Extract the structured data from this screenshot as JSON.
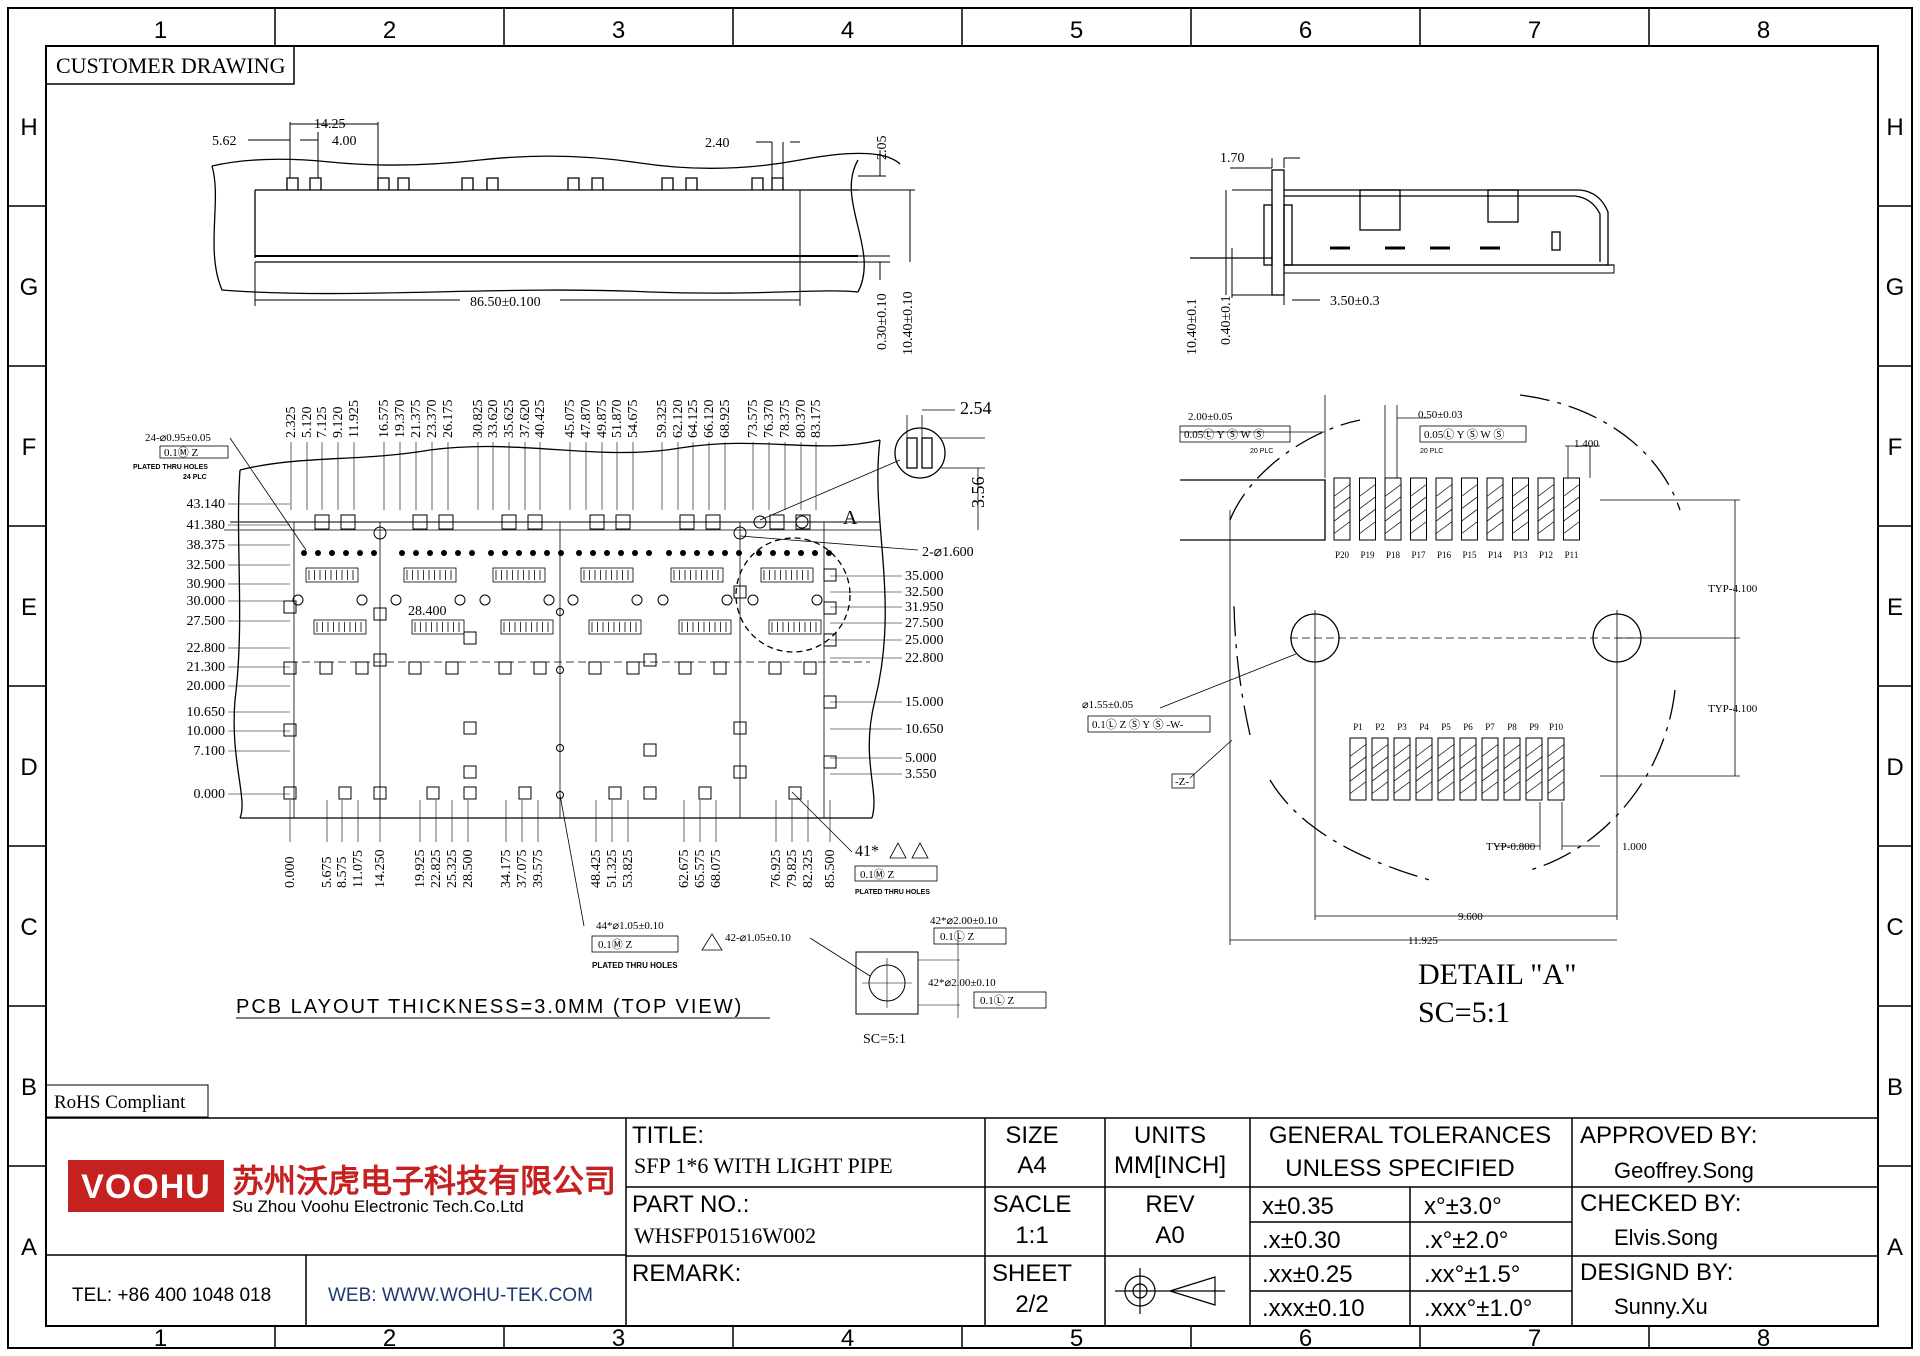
{
  "zone_cols": [
    "1",
    "2",
    "3",
    "4",
    "5",
    "6",
    "7",
    "8"
  ],
  "zone_rows": [
    "H",
    "G",
    "F",
    "E",
    "D",
    "C",
    "B",
    "A"
  ],
  "customer_drawing": "CUSTOMER DRAWING",
  "rohs": "RoHS Compliant",
  "top_view": {
    "dims": {
      "d562": "5.62",
      "d1425": "14.25",
      "d400": "4.00",
      "d240": "2.40",
      "d205": "2.05",
      "d8650": "86.50±0.100",
      "d030": "0.30±0.10",
      "d1040": "10.40±0.10"
    }
  },
  "side_view": {
    "dims": {
      "d170": "1.70",
      "d1040": "10.40±0.1",
      "d040": "0.40±0.1",
      "d350": "3.50±0.3"
    }
  },
  "pcb_layout": {
    "caption": "PCB LAYOUT THICKNESS=3.0MM (TOP VIEW)",
    "top_labels": [
      "2.325",
      "5.120",
      "7.125",
      "9.120",
      "11.925",
      "16.575",
      "19.370",
      "21.375",
      "23.370",
      "26.175",
      "30.825",
      "33.620",
      "35.625",
      "37.620",
      "40.425",
      "45.075",
      "47.870",
      "49.875",
      "51.870",
      "54.675",
      "59.325",
      "62.120",
      "64.125",
      "66.120",
      "68.925",
      "73.575",
      "76.370",
      "78.375",
      "80.370",
      "83.175"
    ],
    "bottom_labels": [
      "0.000",
      "5.675",
      "8.575",
      "11.075",
      "14.250",
      "19.925",
      "22.825",
      "25.325",
      "28.500",
      "34.175",
      "37.075",
      "39.575",
      "48.425",
      "51.325",
      "53.825",
      "62.675",
      "65.575",
      "68.075",
      "76.925",
      "79.825",
      "82.325",
      "85.500"
    ],
    "left_labels": [
      "43.140",
      "41.380",
      "38.375",
      "32.500",
      "30.900",
      "30.000",
      "27.500",
      "22.800",
      "21.300",
      "20.000",
      "10.650",
      "10.000",
      "7.100",
      "0.000"
    ],
    "right_labels": [
      "35.000",
      "32.500",
      "31.950",
      "27.500",
      "25.000",
      "22.800",
      "15.000",
      "10.650",
      "5.000",
      "3.550"
    ],
    "mid_label": "28.400",
    "d254": "2.54",
    "d356": "3.56",
    "detail_mark": "A",
    "hole_2x": "2-⌀1.600",
    "note_24": "24-⌀0.95±0.05",
    "note_24_fcf": "0.1Ⓜ Z",
    "note_24_sub1": "PLATED THRU HOLES",
    "note_24_sub2": "24 PLC",
    "note_41": "41*",
    "note_41_fcf": "0.1Ⓜ Z",
    "note_41_sub": "PLATED THRU HOLES",
    "note_44": "44*⌀1.05±0.10",
    "note_44_fcf": "0.1Ⓜ Z",
    "note_44_sub": "PLATED THRU HOLES",
    "note_42a": "42-⌀1.05±0.10",
    "note_42b": "42*⌀2.00±0.10",
    "note_42b_fcf": "0.1Ⓛ Z",
    "note_42c": "42*⌀2.00±0.10",
    "note_42c_fcf": "0.1Ⓛ Z",
    "sc_small": "SC=5:1"
  },
  "detail_a": {
    "title": "DETAIL \"A\"",
    "scale": "SC=5:1",
    "d200": "2.00±0.05",
    "d200_fcf": "0.05Ⓛ Y Ⓢ W Ⓢ",
    "d200_plc": "20 PLC",
    "d050": "0.50±0.03",
    "d050_fcf": "0.05Ⓛ Y Ⓢ W Ⓢ",
    "d050_plc": "20 PLC",
    "d1400": "1.400",
    "typ4100a": "TYP-4.100",
    "typ4100b": "TYP-4.100",
    "hole": "⌀1.55±0.05",
    "hole_fcf": "0.1Ⓛ Z Ⓢ Y Ⓢ -W-",
    "datum_z": "-Z-",
    "typ0800": "TYP-0.800",
    "d1000": "1.000",
    "d9600": "9.600",
    "d11925": "11.925",
    "pads_top": [
      "P20",
      "P19",
      "P18",
      "P17",
      "P16",
      "P15",
      "P14",
      "P13",
      "P12",
      "P11"
    ],
    "pads_bottom": [
      "P1",
      "P2",
      "P3",
      "P4",
      "P5",
      "P6",
      "P7",
      "P8",
      "P9",
      "P10"
    ]
  },
  "title_block": {
    "company_cn": "苏州沃虎电子科技有限公司",
    "company_en": "Su Zhou Voohu Electronic Tech.Co.Ltd",
    "logo": "VOOHU",
    "tel": "TEL: +86 400 1048 018",
    "web": "WEB: WWW.WOHU-TEK.COM",
    "title_label": "TITLE:",
    "title_value": "SFP 1*6 WITH LIGHT PIPE",
    "part_label": "PART NO.:",
    "part_value": "WHSFP01516W002",
    "remark_label": "REMARK:",
    "size_label": "SIZE",
    "size_value": "A4",
    "units_label": "UNITS",
    "units_value": "MM[INCH]",
    "scale_label": "SACLE",
    "scale_value": "1:1",
    "rev_label": "REV",
    "rev_value": "A0",
    "sheet_label": "SHEET",
    "sheet_value": "2/2",
    "gt_line1": "GENERAL TOLERANCES",
    "gt_line2": "UNLESS SPECIFIED",
    "tol": [
      [
        "x±0.35",
        "x°±3.0°"
      ],
      [
        ".x±0.30",
        ".x°±2.0°"
      ],
      [
        ".xx±0.25",
        ".xx°±1.5°"
      ],
      [
        ".xxx±0.10",
        ".xxx°±1.0°"
      ]
    ],
    "approved_label": "APPROVED BY:",
    "approved_value": "Geoffrey.Song",
    "checked_label": "CHECKED BY:",
    "checked_value": "Elvis.Song",
    "designed_label": "DESIGND BY:",
    "designed_value": "Sunny.Xu"
  }
}
